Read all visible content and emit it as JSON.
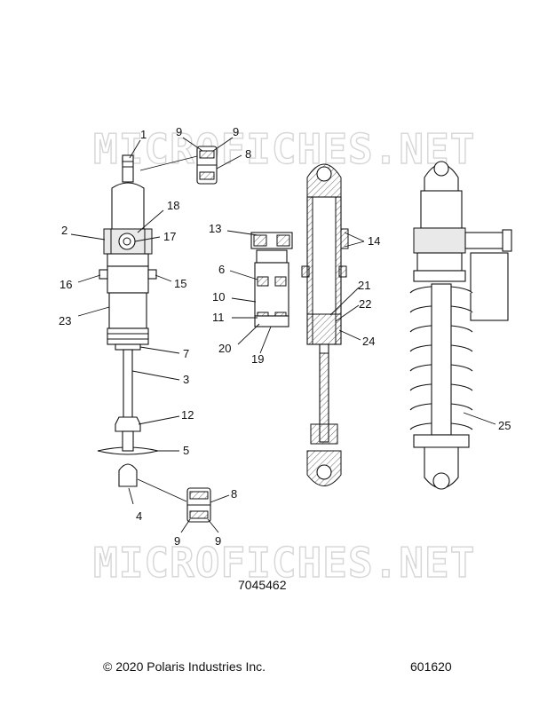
{
  "watermark": {
    "text": "MICROFICHES.NET"
  },
  "callouts": [
    {
      "id": "c1",
      "label": "1"
    },
    {
      "id": "c2",
      "label": "2"
    },
    {
      "id": "c3",
      "label": "3"
    },
    {
      "id": "c4",
      "label": "4"
    },
    {
      "id": "c5",
      "label": "5"
    },
    {
      "id": "c6",
      "label": "6"
    },
    {
      "id": "c7",
      "label": "7"
    },
    {
      "id": "c8a",
      "label": "8"
    },
    {
      "id": "c8b",
      "label": "8"
    },
    {
      "id": "c9a",
      "label": "9"
    },
    {
      "id": "c9b",
      "label": "9"
    },
    {
      "id": "c9c",
      "label": "9"
    },
    {
      "id": "c9d",
      "label": "9"
    },
    {
      "id": "c10",
      "label": "10"
    },
    {
      "id": "c11",
      "label": "11"
    },
    {
      "id": "c12",
      "label": "12"
    },
    {
      "id": "c13",
      "label": "13"
    },
    {
      "id": "c14",
      "label": "14"
    },
    {
      "id": "c15",
      "label": "15"
    },
    {
      "id": "c16",
      "label": "16"
    },
    {
      "id": "c17",
      "label": "17"
    },
    {
      "id": "c18",
      "label": "18"
    },
    {
      "id": "c19",
      "label": "19"
    },
    {
      "id": "c20",
      "label": "20"
    },
    {
      "id": "c21",
      "label": "21"
    },
    {
      "id": "c22",
      "label": "22"
    },
    {
      "id": "c23",
      "label": "23"
    },
    {
      "id": "c24",
      "label": "24"
    },
    {
      "id": "c25",
      "label": "25"
    }
  ],
  "part_number": "7045462",
  "footer": {
    "copyright": "© 2020 Polaris Industries Inc.",
    "code": "601620"
  }
}
